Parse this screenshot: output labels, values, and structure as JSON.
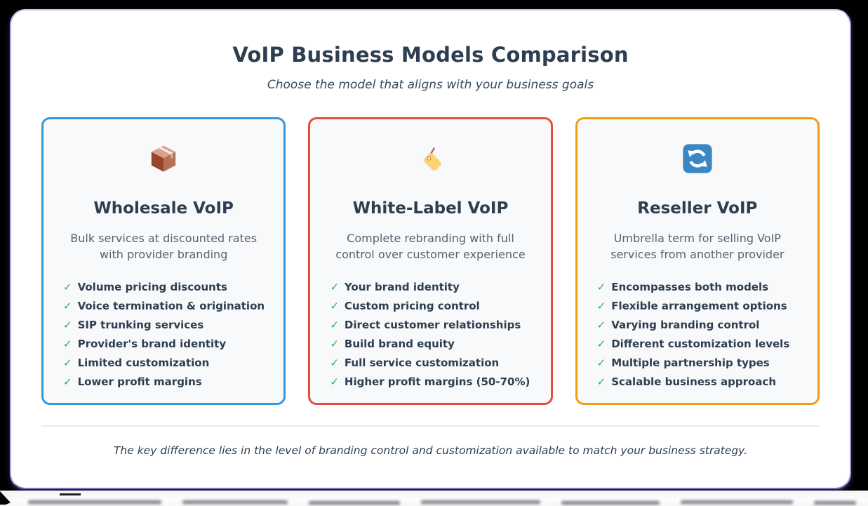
{
  "page": {
    "title": "VoIP Business Models Comparison",
    "subtitle": "Choose the model that aligns with your business goals",
    "footer_note": "The key difference lies in the level of branding control and customization available to match your business strategy."
  },
  "ui": {
    "check_glyph": "✓",
    "check_color": "#27ae60",
    "heading_color": "#2c3e50",
    "window_border_color": "#a294dd"
  },
  "cards": [
    {
      "icon": "package-icon",
      "accent_color": "#3498db",
      "title": "Wholesale VoIP",
      "description": "Bulk services at discounted rates with provider branding",
      "features": [
        "Volume pricing discounts",
        "Voice termination & origination",
        "SIP trunking services",
        "Provider's brand identity",
        "Limited customization",
        "Lower profit margins"
      ]
    },
    {
      "icon": "label-tag-icon",
      "accent_color": "#e74c3c",
      "title": "White-Label VoIP",
      "description": "Complete rebranding with full control over customer experience",
      "features": [
        "Your brand identity",
        "Custom pricing control",
        "Direct customer relationships",
        "Build brand equity",
        "Full service customization",
        "Higher profit margins (50-70%)"
      ]
    },
    {
      "icon": "recycle-arrows-icon",
      "accent_color": "#f39c12",
      "title": "Reseller VoIP",
      "description": "Umbrella term for selling VoIP services from another provider",
      "features": [
        "Encompasses both models",
        "Flexible arrangement options",
        "Varying branding control",
        "Different customization levels",
        "Multiple partnership types",
        "Scalable business approach"
      ]
    }
  ]
}
